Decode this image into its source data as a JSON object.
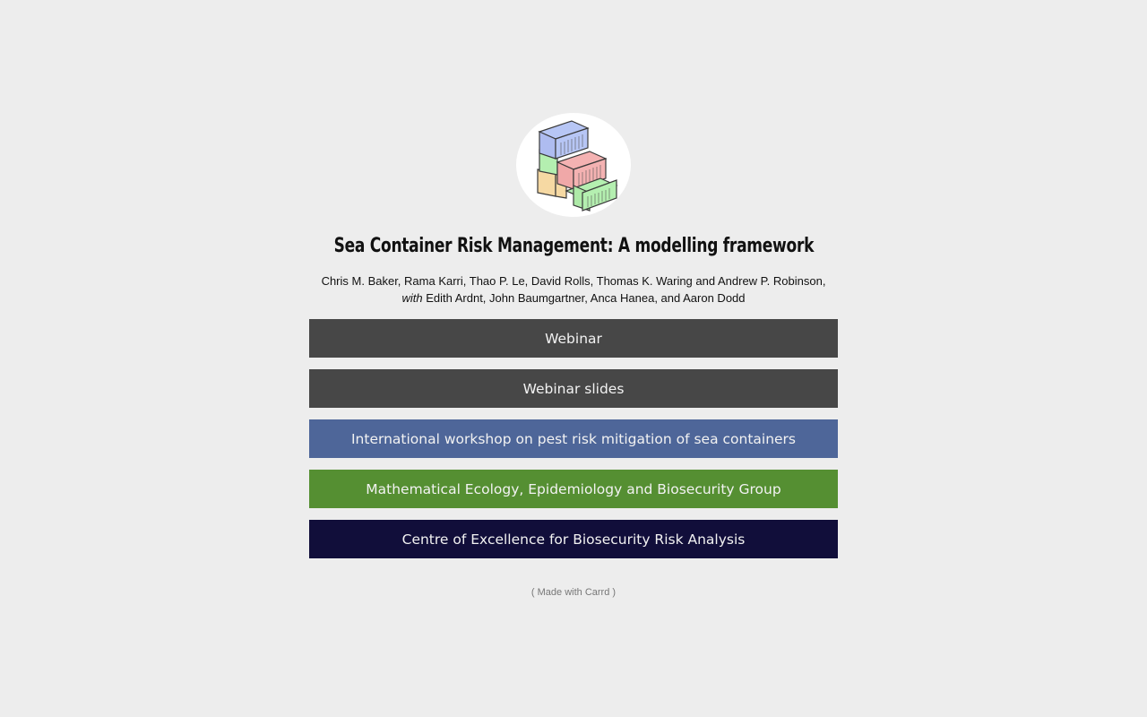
{
  "header": {
    "logo": "stacked-shipping-containers-logo",
    "title": "Sea Container Risk Management: A modelling framework",
    "authors_line1": "Chris M. Baker, Rama Karri, Thao P. Le, David Rolls, Thomas K. Waring and Andrew P. Robinson,",
    "authors_with": "with",
    "authors_line2": " Edith Ardnt, John Baumgartner, Anca Hanea, and Aaron Dodd"
  },
  "buttons": [
    {
      "label": "Webinar",
      "color": "#474747"
    },
    {
      "label": "Webinar slides",
      "color": "#474747"
    },
    {
      "label": "International workshop on pest risk mitigation of sea containers",
      "color": "#4e6699"
    },
    {
      "label": "Mathematical Ecology, Epidemiology and Biosecurity Group",
      "color": "#558f32"
    },
    {
      "label": "Centre of Excellence for Biosecurity Risk Analysis",
      "color": "#110e3a"
    }
  ],
  "footer": {
    "text": "( Made with Carrd )"
  }
}
